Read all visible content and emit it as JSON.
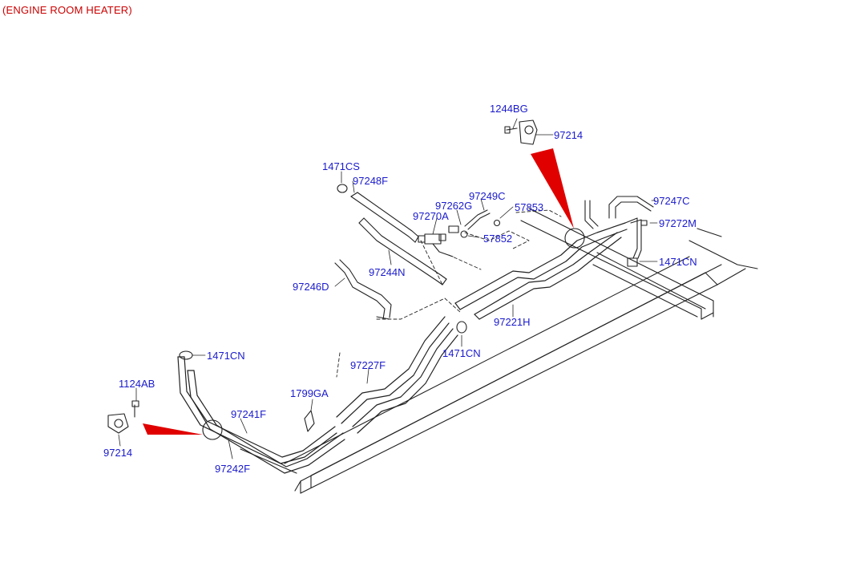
{
  "title": "(ENGINE ROOM HEATER)",
  "colors": {
    "title": "#cc0000",
    "label": "#1a1acc",
    "arrow": "#e00000",
    "line": "#222222"
  },
  "parts": {
    "p1244BG": "1244BG",
    "p97214_top": "97214",
    "p97247C": "97247C",
    "p97272M": "97272M",
    "p1471CN_right": "1471CN",
    "p1471CS": "1471CS",
    "p97248F": "97248F",
    "p97249C": "97249C",
    "p97262G": "97262G",
    "p97270A": "97270A",
    "p57853": "57853",
    "p57852": "57852",
    "p97244N": "97244N",
    "p97246D": "97246D",
    "p97221H": "97221H",
    "p1471CN_mid": "1471CN",
    "p97227F": "97227F",
    "p1471CN_left": "1471CN",
    "p1124AB": "1124AB",
    "p1799GA": "1799GA",
    "p97241F": "97241F",
    "p97214_bottom": "97214",
    "p97242F": "97242F"
  }
}
